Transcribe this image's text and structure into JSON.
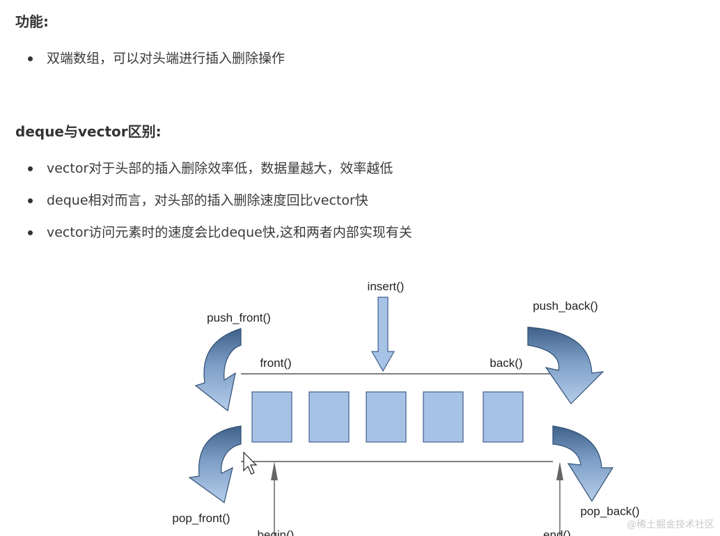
{
  "section1": {
    "heading": "功能:",
    "items": [
      "双端数组，可以对头端进行插入删除操作"
    ]
  },
  "section2": {
    "heading": "deque与vector区别:",
    "items": [
      "vector对于头部的插入删除效率低，数据量越大，效率越低",
      "deque相对而言，对头部的插入删除速度回比vector快",
      "vector访问元素时的速度会比deque快,这和两者内部实现有关"
    ]
  },
  "diagram": {
    "labels": {
      "insert": "insert()",
      "push_front": "push_front()",
      "push_back": "push_back()",
      "front": "front()",
      "back": "back()",
      "pop_front": "pop_front()",
      "pop_back": "pop_back()",
      "begin": "begin()",
      "end": "end()"
    },
    "element_count": 5,
    "colors": {
      "fill": "#a6c3e6",
      "stroke": "#3f5d8a",
      "arrow_dark": "#2f4f73"
    }
  },
  "watermark": "@稀土掘金技术社区"
}
